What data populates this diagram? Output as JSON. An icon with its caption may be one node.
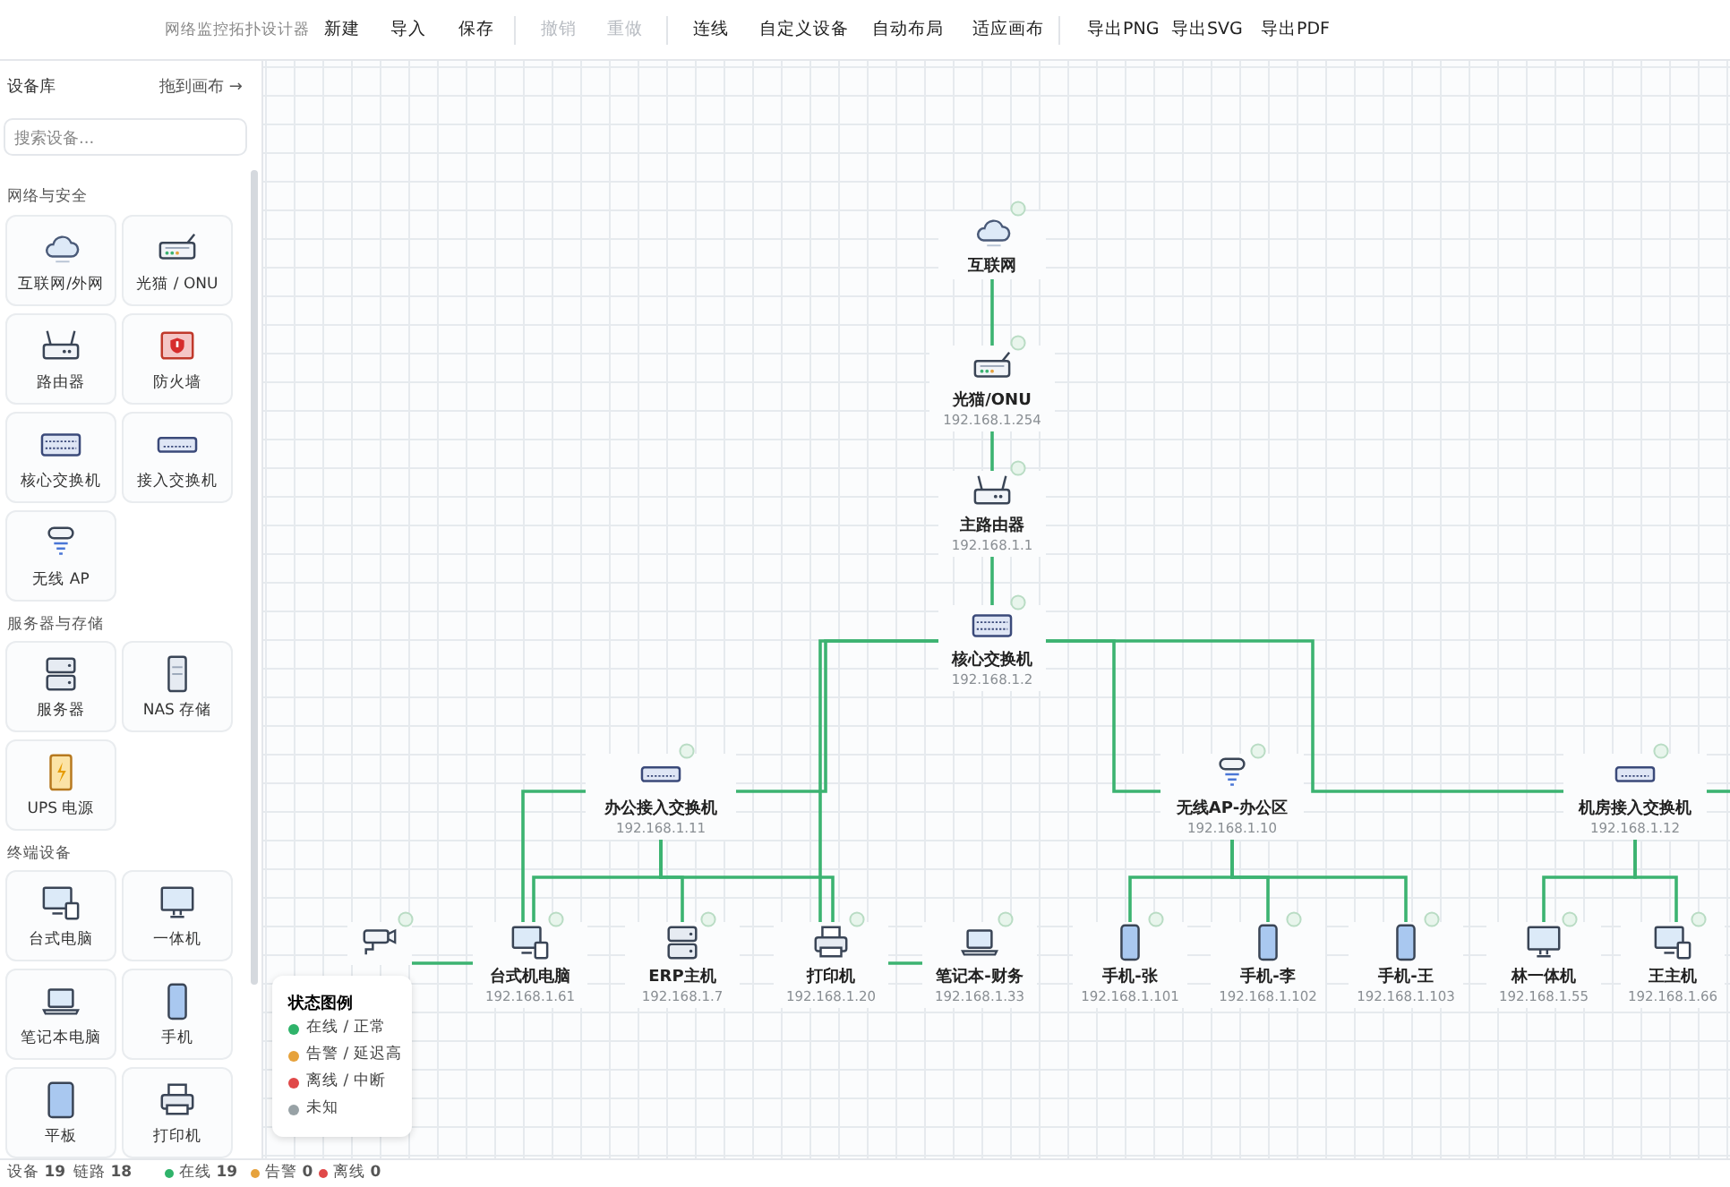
{
  "diagram": {
    "nodes": [
      {
        "text": [
          "互联网"
        ]
      },
      {
        "text": [
          "光猫/ONU",
          "192.168.1.254"
        ]
      },
      {
        "text": [
          "主路由器",
          "192.168.1.1"
        ]
      },
      {
        "text": [
          "核心交换机",
          "192.168.1.2"
        ]
      },
      {
        "text": [
          "办公接入交换机",
          "192.168.1.11"
        ]
      },
      {
        "text": [
          "无线AP-办公区",
          "192.168.1.10"
        ]
      },
      {
        "text": [
          "机房接入交换机",
          "192.168.1.12"
        ]
      },
      {
        "text": [],
        "shape": "camera"
      },
      {
        "text": [
          "台式机电脑",
          "192.168.1.61"
        ]
      },
      {
        "text": [
          "ERP主机",
          "192.168.1.7"
        ]
      },
      {
        "text": [
          "打印机",
          "192.168.1.20"
        ]
      },
      {
        "text": [
          "笔记本-财务",
          "192.168.1.33"
        ]
      },
      {
        "text": [
          "手机-张",
          "192.168.1.101"
        ]
      },
      {
        "text": [
          "手机-李",
          "192.168.1.102"
        ]
      },
      {
        "text": [
          "手机-王",
          "192.168.1.103"
        ]
      },
      {
        "text": [
          "林一体机",
          "192.168.1.55"
        ]
      },
      {
        "text": [
          "王主机",
          "192.168.1.66"
        ]
      }
    ],
    "edges": [
      {
        "from": 0,
        "to": 1,
        "arrow": "none"
      },
      {
        "from": 1,
        "to": 2,
        "arrow": "none"
      },
      {
        "from": 2,
        "to": 3,
        "arrow": "none"
      },
      {
        "from": 3,
        "to": 4,
        "arrow": "none"
      },
      {
        "from": 4,
        "to": 8,
        "arrow": "none"
      },
      {
        "from": 3,
        "to": 10,
        "arrow": "none"
      },
      {
        "from": 3,
        "to": 5,
        "arrow": "none"
      },
      {
        "from": 3,
        "to": 6,
        "arrow": "none"
      },
      {
        "from": 6,
        "to": null,
        "arrow": "none"
      },
      {
        "from": 4,
        "to": 8,
        "arrow": "none"
      },
      {
        "from": 4,
        "to": 9,
        "arrow": "none"
      },
      {
        "from": 4,
        "to": 10,
        "arrow": "none"
      },
      {
        "from": 5,
        "to": 12,
        "arrow": "none"
      },
      {
        "from": 5,
        "to": 13,
        "arrow": "none"
      },
      {
        "from": 5,
        "to": 14,
        "arrow": "none"
      },
      {
        "from": 6,
        "to": 15,
        "arrow": "none"
      },
      {
        "from": 6,
        "to": 16,
        "arrow": "none"
      },
      {
        "from": 7,
        "to": 8,
        "arrow": "none"
      },
      {
        "from": 10,
        "to": 11,
        "arrow": "none"
      }
    ],
    "labels": [
      "网络监控拓扑设计器",
      "新建",
      "导入",
      "保存",
      "撤销",
      "重做",
      "连线",
      "自定义设备",
      "自动布局",
      "适应画布",
      "导出PNG",
      "导出SVG",
      "导出PDF",
      "设备库",
      "拖到画布 →",
      "搜索设备...",
      "网络与安全",
      "互联网/外网",
      "光猫 / ONU",
      "路由器",
      "防火墙",
      "核心交换机",
      "接入交换机",
      "无线 AP",
      "服务器与存储",
      "服务器",
      "NAS 存储",
      "UPS 电源",
      "终端设备",
      "台式电脑",
      "一体机",
      "笔记本电脑",
      "手机",
      "平板",
      "打印机",
      "状态图例",
      "设备 **19**",
      "链路 **18**",
      "在线 **19**",
      "告警 **0**",
      "离线 **0**"
    ],
    "legend": [
      {
        "text": "在线 / 正常",
        "color": "#2fb36a"
      },
      {
        "text": "告警 / 延迟高",
        "color": "#e6a23c"
      },
      {
        "text": "离线 / 中断",
        "color": "#e04848"
      },
      {
        "text": "未知",
        "color": "#98a2a6"
      }
    ]
  }
}
